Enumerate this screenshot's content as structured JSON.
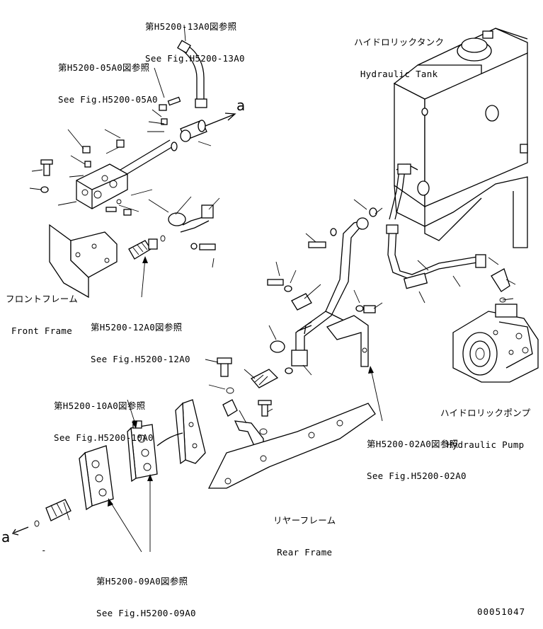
{
  "refs": {
    "r13": {
      "jp": "第H5200-13A0図参照",
      "en": "See Fig.H5200-13A0"
    },
    "r05": {
      "jp": "第H5200-05A0図参照",
      "en": "See Fig.H5200-05A0"
    },
    "r12": {
      "jp": "第H5200-12A0図参照",
      "en": "See Fig.H5200-12A0"
    },
    "r10": {
      "jp": "第H5200-10A0図参照",
      "en": "See Fig.H5200-10A0"
    },
    "r02": {
      "jp": "第H5200-02A0図参照",
      "en": "See Fig.H5200-02A0"
    },
    "r09": {
      "jp": "第H5200-09A0図参照",
      "en": "See Fig.H5200-09A0"
    }
  },
  "parts": {
    "tank": {
      "jp": "ハイドロリックタンク",
      "en": "Hydraulic Tank"
    },
    "pump": {
      "jp": "ハイドロリックポンプ",
      "en": "Hydraulic Pump"
    },
    "front_frame": {
      "jp": "フロントフレーム",
      "en": "Front Frame"
    },
    "rear_frame": {
      "jp": "リヤーフレーム",
      "en": "Rear Frame"
    }
  },
  "markers": {
    "a_top": "a",
    "a_bottom": "a",
    "dash": "-"
  },
  "drawing_number": "00051047"
}
